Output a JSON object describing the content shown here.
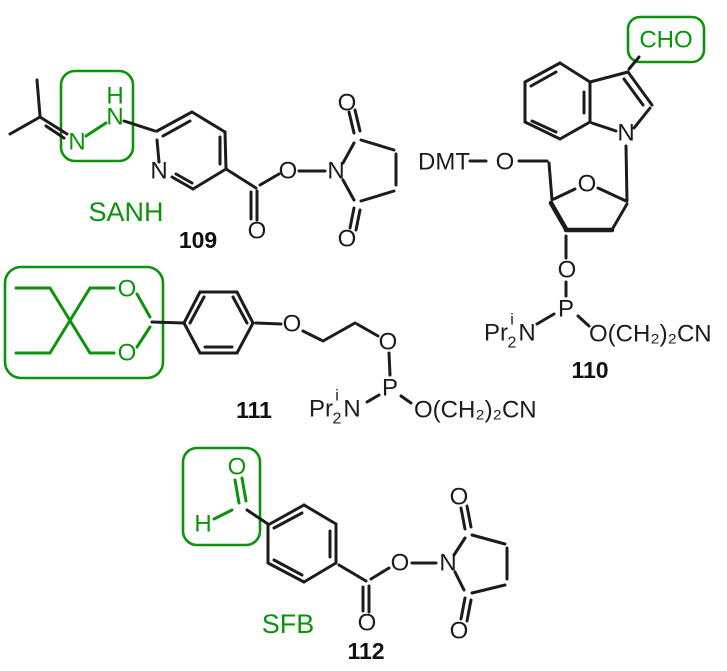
{
  "colors": {
    "highlight_green": "#0c930c",
    "bond_black": "#1c1c1c",
    "background": "#ffffff"
  },
  "structures": {
    "s109": {
      "tag": "SANH",
      "number": "109",
      "atoms": {
        "h_hydrazide": "H",
        "n_hydrazide": "N",
        "n_hydrazone": "N",
        "n_pyridine": "N",
        "o_carbonyl": "O",
        "o_ester": "O",
        "n_succinimide": "N",
        "o_imide_top": "O",
        "o_imide_bottom": "O"
      }
    },
    "s110": {
      "tag": "CHO",
      "number": "110",
      "atoms": {
        "n_indole": "N",
        "dmt": "DMT",
        "o_dmt": "O",
        "o_ring": "O",
        "o_3prime": "O",
        "p": "P",
        "pr": "Pr",
        "pr_sub": "2",
        "pr_sup": "i",
        "n_amine": "N",
        "cyanoethyl": "O(CH₂)₂CN"
      }
    },
    "s111": {
      "number": "111",
      "atoms": {
        "o_acetal_top": "O",
        "o_acetal_bottom": "O",
        "o_aryl": "O",
        "o_chain": "O",
        "p": "P",
        "pr": "Pr",
        "pr_sub": "2",
        "pr_sup": "i",
        "n_amine": "N",
        "cyanoethyl": "O(CH₂)₂CN"
      }
    },
    "s112": {
      "tag": "SFB",
      "number": "112",
      "atoms": {
        "o_aldehyde": "O",
        "h_aldehyde": "H",
        "o_carbonyl": "O",
        "o_ester": "O",
        "n_succinimide": "N",
        "o_imide_top": "O",
        "o_imide_bottom": "O"
      }
    }
  }
}
